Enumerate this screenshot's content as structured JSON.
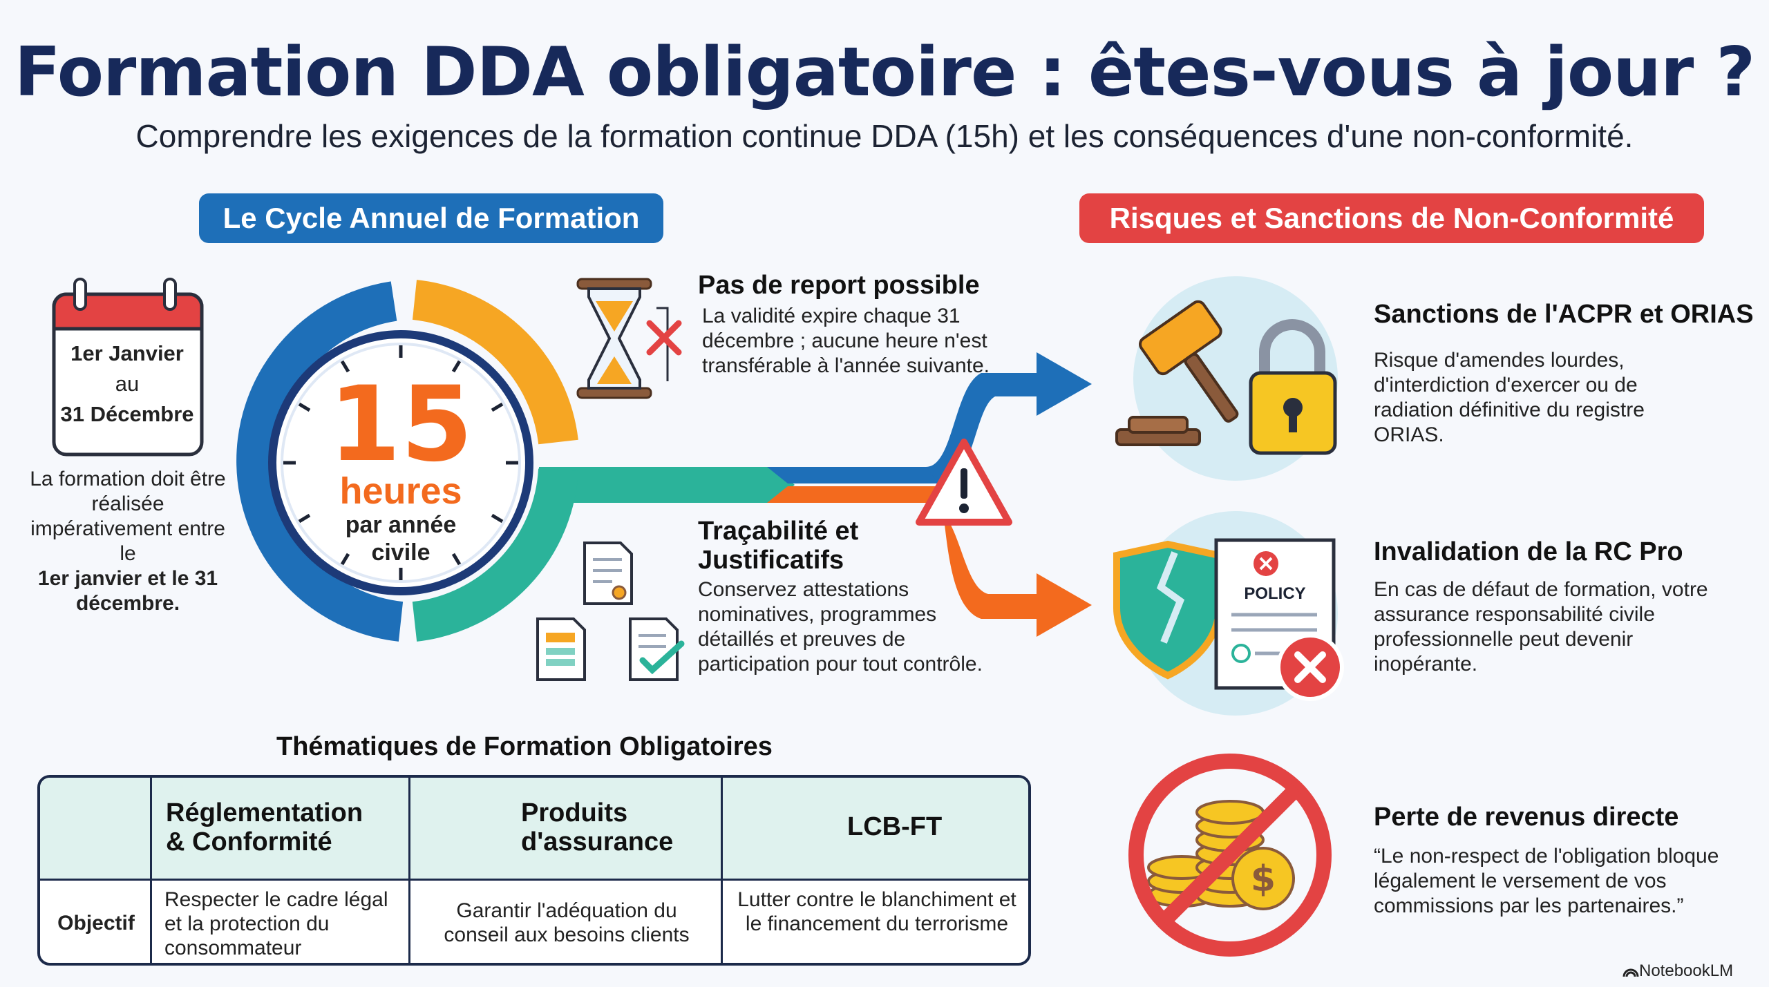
{
  "header": {
    "title": "Formation DDA obligatoire : êtes-vous à jour ?",
    "subtitle": "Comprendre les exigences de la formation continue DDA (15h) et les conséquences d'une non-conformité."
  },
  "cycle": {
    "pill": "Le Cycle Annuel de Formation",
    "calendar": {
      "line1": "1er Janvier",
      "line2": "au",
      "line3": "31 Décembre"
    },
    "description_start": "La formation doit être réalisée impérativement entre le",
    "description_bold": "1er janvier et le 31 décembre.",
    "clock": {
      "number": "15",
      "unit": "heures",
      "caption": "par année civile"
    },
    "report": {
      "title": "Pas de report possible",
      "text": "La validité expire chaque 31 décembre ; aucune heure n'est transférable à l'année suivante."
    },
    "trace": {
      "title": "Traçabilité et Justificatifs",
      "text": "Conservez attestations nominatives, programmes détaillés et preuves de participation pour tout contrôle."
    }
  },
  "risks": {
    "pill": "Risques et Sanctions de Non-Conformité",
    "items": [
      {
        "title": "Sanctions de l'ACPR et ORIAS",
        "text": "Risque d'amendes lourdes, d'interdiction d'exercer ou de radiation définitive du registre ORIAS."
      },
      {
        "title": "Invalidation de la RC Pro",
        "text": "En cas de défaut de formation, votre assurance responsabilité civile professionnelle peut devenir inopérante.",
        "badge": "POLICY"
      },
      {
        "title": "Perte de revenus directe",
        "text": "“Le non-respect de l'obligation bloque légalement le versement de vos commissions par les partenaires.”"
      }
    ]
  },
  "themes": {
    "title": "Thématiques de Formation Obligatoires",
    "row_label": "Objectif",
    "columns": [
      {
        "label": "Réglementation & Conformité",
        "objective": "Respecter le cadre légal et la protection du consommateur"
      },
      {
        "label": "Produits d'assurance",
        "objective": "Garantir l'adéquation du conseil aux besoins clients"
      },
      {
        "label": "LCB-FT",
        "objective": "Lutter contre le blanchiment et le financement du terrorisme"
      }
    ]
  },
  "brand": "NotebookLM",
  "colors": {
    "navy": "#17295a",
    "blue": "#1e6fb8",
    "red": "#e34343",
    "orange": "#f36a1e",
    "teal": "#2bb39a",
    "yellow": "#f6a623"
  }
}
